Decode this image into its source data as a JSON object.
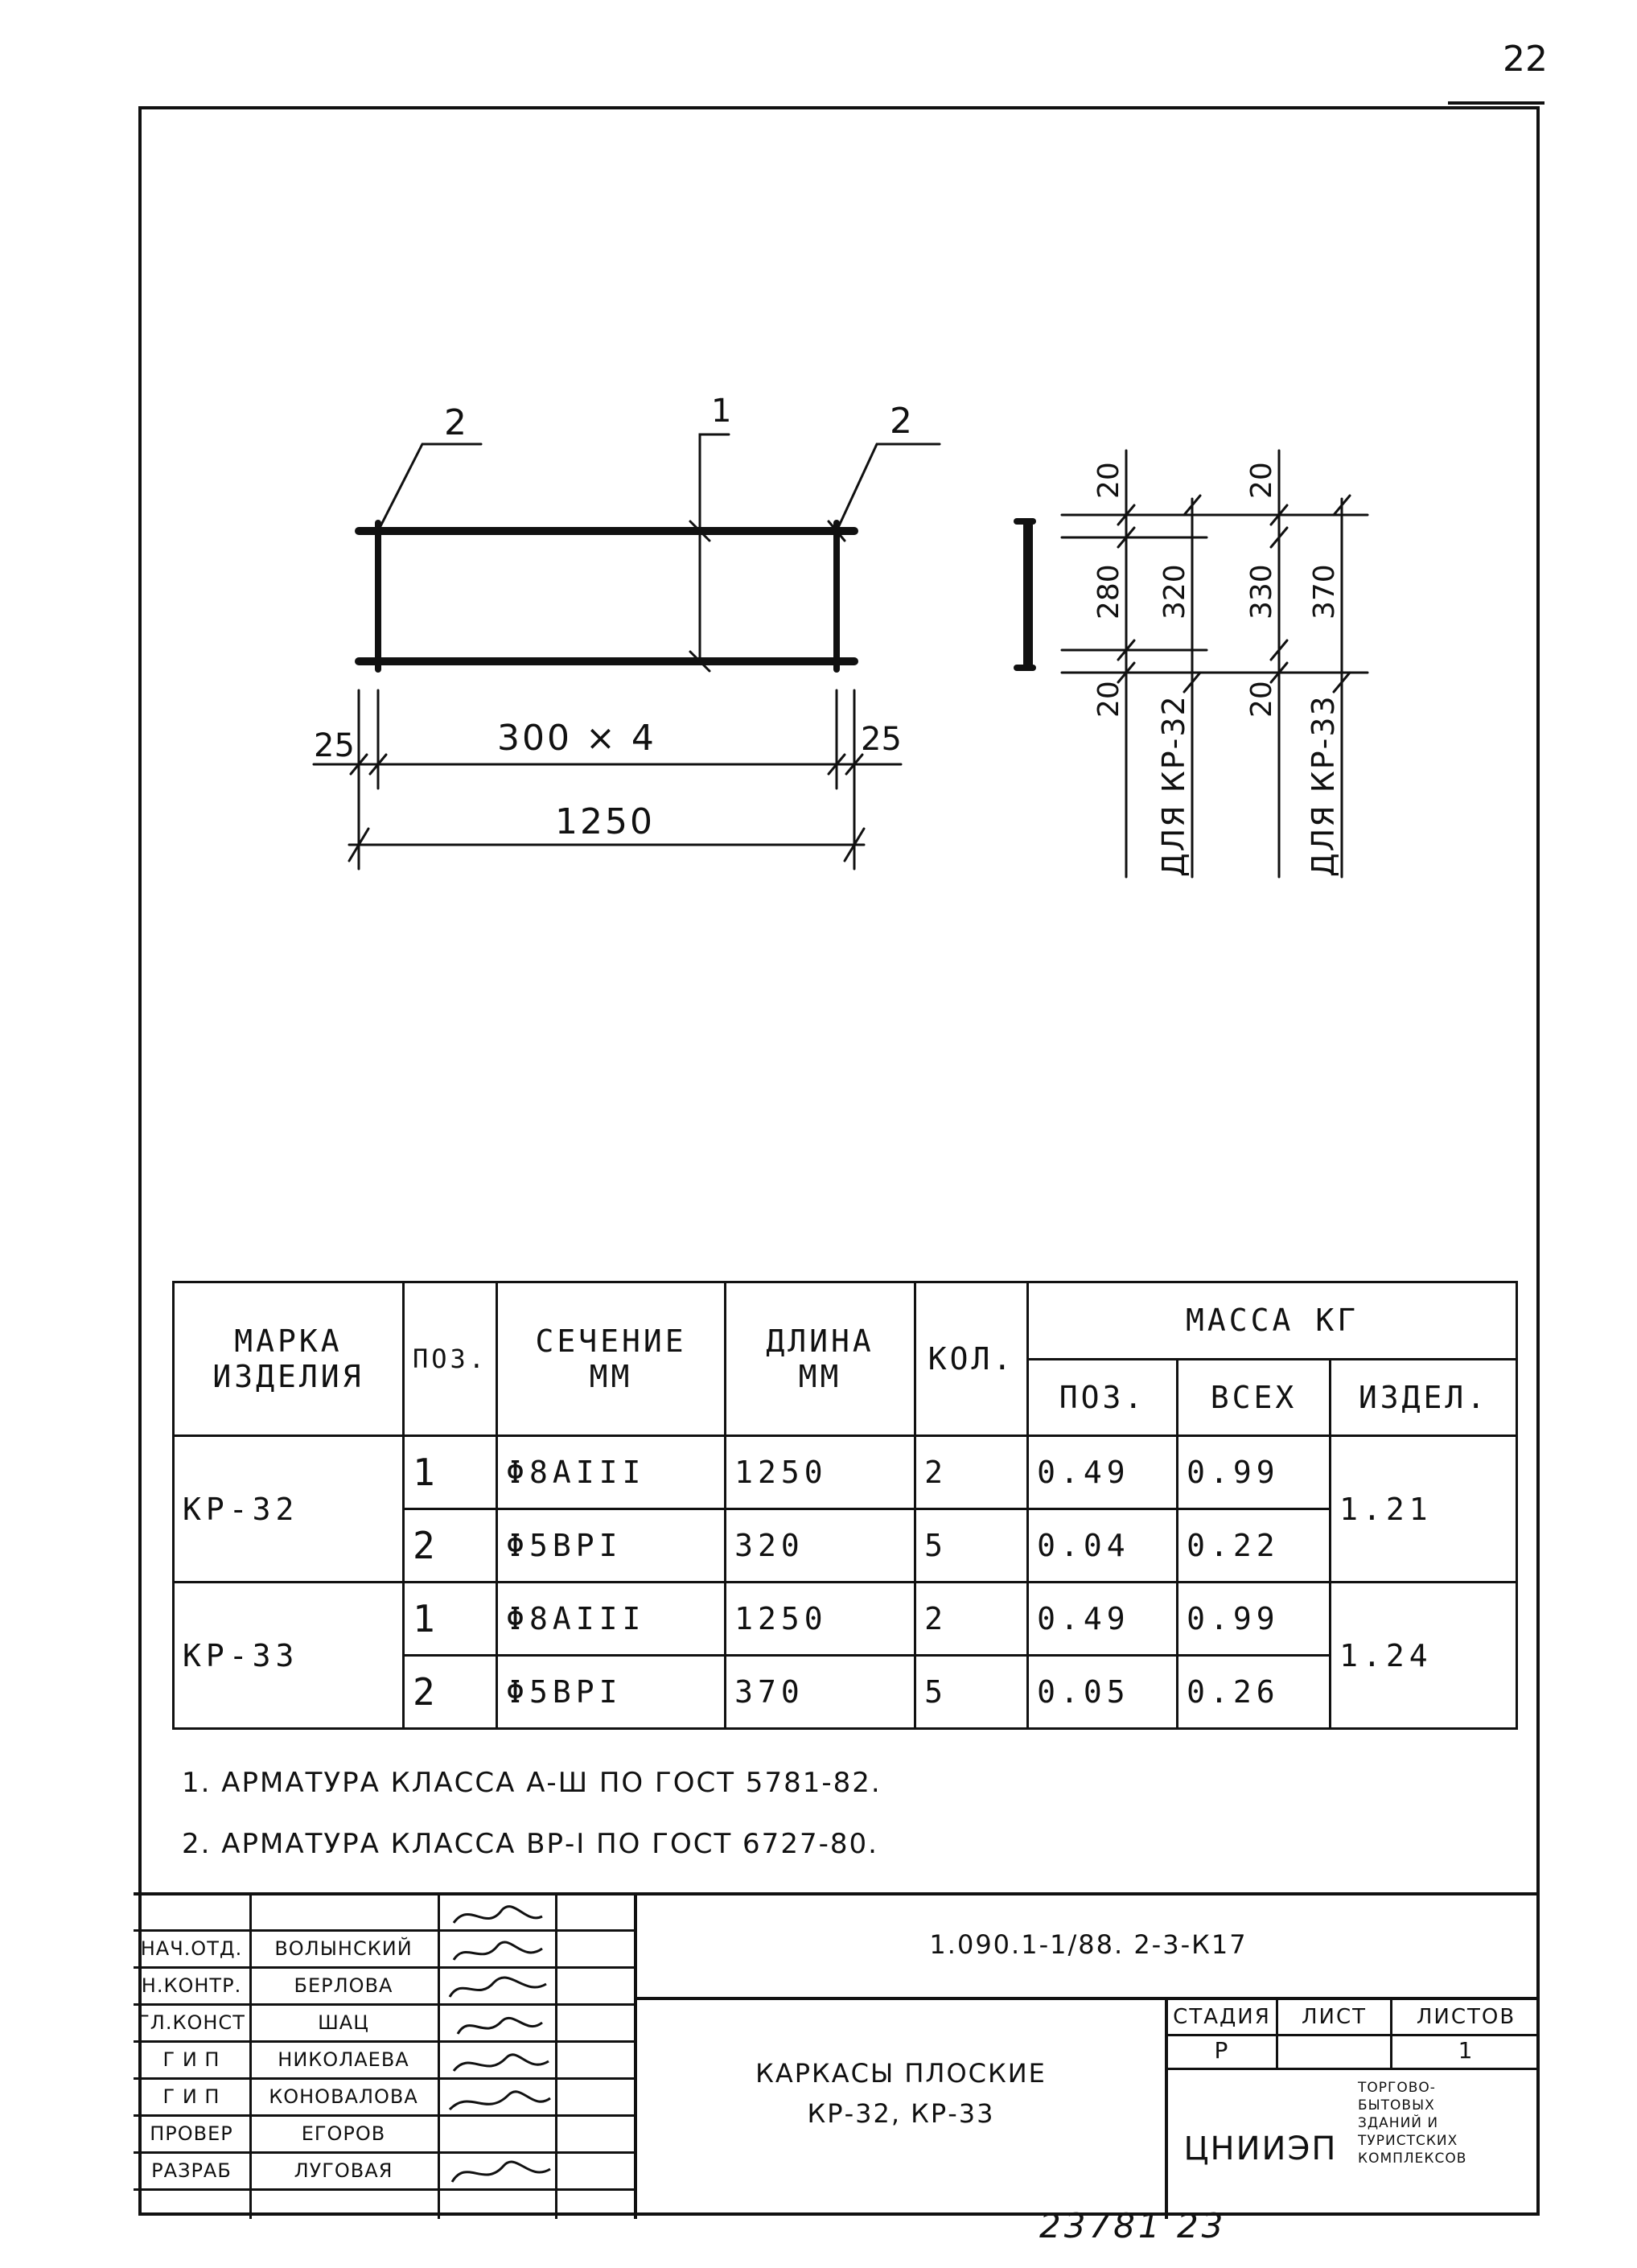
{
  "page_number": "22",
  "drawing": {
    "left_view": {
      "leader_labels": [
        "2",
        "1",
        "2"
      ],
      "dim_left": "25",
      "dim_middle": "300 × 4",
      "dim_right": "25",
      "dim_total": "1250"
    },
    "section_view": {
      "kr32": {
        "top": "20",
        "inner": "280",
        "total": "320",
        "bottom": "20",
        "caption": "ДЛЯ КР-32"
      },
      "kr33": {
        "top": "20",
        "inner": "330",
        "total": "370",
        "bottom": "20",
        "caption": "ДЛЯ КР-33"
      }
    }
  },
  "spec_table": {
    "headers": {
      "mark": "МАРКА ИЗДЕЛИЯ",
      "pos": "ПОЗ.",
      "section": "СЕЧЕНИЕ ММ",
      "length": "ДЛИНА ММ",
      "qty": "КОЛ.",
      "mass": "МАССА КГ",
      "mass_pos": "ПОЗ.",
      "mass_all": "ВСЕХ",
      "mass_item": "ИЗДЕЛ."
    },
    "groups": [
      {
        "mark": "КР-32",
        "item_mass": "1.21",
        "rows": [
          {
            "pos": "1",
            "section": "Φ8AIII",
            "length": "1250",
            "qty": "2",
            "mass_pos": "0.49",
            "mass_all": "0.99"
          },
          {
            "pos": "2",
            "section": "Φ5BPI",
            "length": "320",
            "qty": "5",
            "mass_pos": "0.04",
            "mass_all": "0.22"
          }
        ]
      },
      {
        "mark": "КР-33",
        "item_mass": "1.24",
        "rows": [
          {
            "pos": "1",
            "section": "Φ8AIII",
            "length": "1250",
            "qty": "2",
            "mass_pos": "0.49",
            "mass_all": "0.99"
          },
          {
            "pos": "2",
            "section": "Φ5BPI",
            "length": "370",
            "qty": "5",
            "mass_pos": "0.05",
            "mass_all": "0.26"
          }
        ]
      }
    ]
  },
  "notes": [
    "1. АРМАТУРА КЛАССА А-Ш ПО ГОСТ 5781-82.",
    "2. АРМАТУРА КЛАССА ВР-I ПО ГОСТ 6727-80."
  ],
  "title_block": {
    "signatures": [
      {
        "role": "НАЧ.ОТД.",
        "name": "ВОЛЫНСКИЙ"
      },
      {
        "role": "Н.КОНТР.",
        "name": "БЕРЛОВА"
      },
      {
        "role": "ГЛ.КОНСТ",
        "name": "ШАЦ"
      },
      {
        "role": "Г И П",
        "name": "НИКОЛАЕВА"
      },
      {
        "role": "Г И П",
        "name": "КОНОВАЛОВА"
      },
      {
        "role": "ПРОВЕР",
        "name": "ЕГОРОВ"
      },
      {
        "role": "РАЗРАБ",
        "name": "ЛУГОВАЯ"
      }
    ],
    "document_code": "1.090.1-1/88. 2-3-К17",
    "title_line1": "КАРКАСЫ ПЛОСКИЕ",
    "title_line2": "КР-32, КР-33",
    "stage_label": "СТАДИЯ",
    "sheet_label": "ЛИСТ",
    "sheets_label": "ЛИСТОВ",
    "stage_value": "Р",
    "sheet_value": "",
    "sheets_value": "1",
    "organization": "ЦНИИЭП",
    "organization_note": [
      "ТОРГОВО-",
      "БЫТОВЫХ",
      "ЗДАНИЙ И",
      "ТУРИСТСКИХ",
      "КОМПЛЕКСОВ"
    ]
  },
  "archive_number": "23781  23"
}
